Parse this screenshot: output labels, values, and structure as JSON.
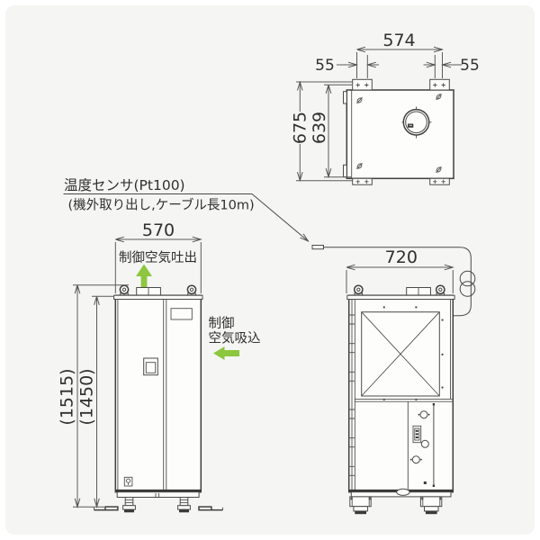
{
  "colors": {
    "canvas_bg": "#f5f5f4",
    "drawing_line": "#3f3f3f",
    "dimension_line": "#5a5a5a",
    "text": "#303030",
    "accent_green": "#8dc63f"
  },
  "annotations": {
    "temperature_sensor": {
      "title": "温度センサ(Pt100)",
      "subtitle": "(機外取り出し,ケーブル長10m)"
    },
    "control_air_outlet": "制御空気吐出",
    "control_air_inlet": [
      "制御",
      "空気吸込"
    ]
  },
  "views": {
    "top": {
      "dims": {
        "bolt_pitch": "574",
        "offset_left": "55",
        "offset_right": "55",
        "overall_depth": "675",
        "inner_depth": "639"
      }
    },
    "front": {
      "dims": {
        "width": "570",
        "overall_height": "(1515)",
        "body_height": "(1450)"
      }
    },
    "side": {
      "dims": {
        "depth": "720"
      }
    }
  }
}
